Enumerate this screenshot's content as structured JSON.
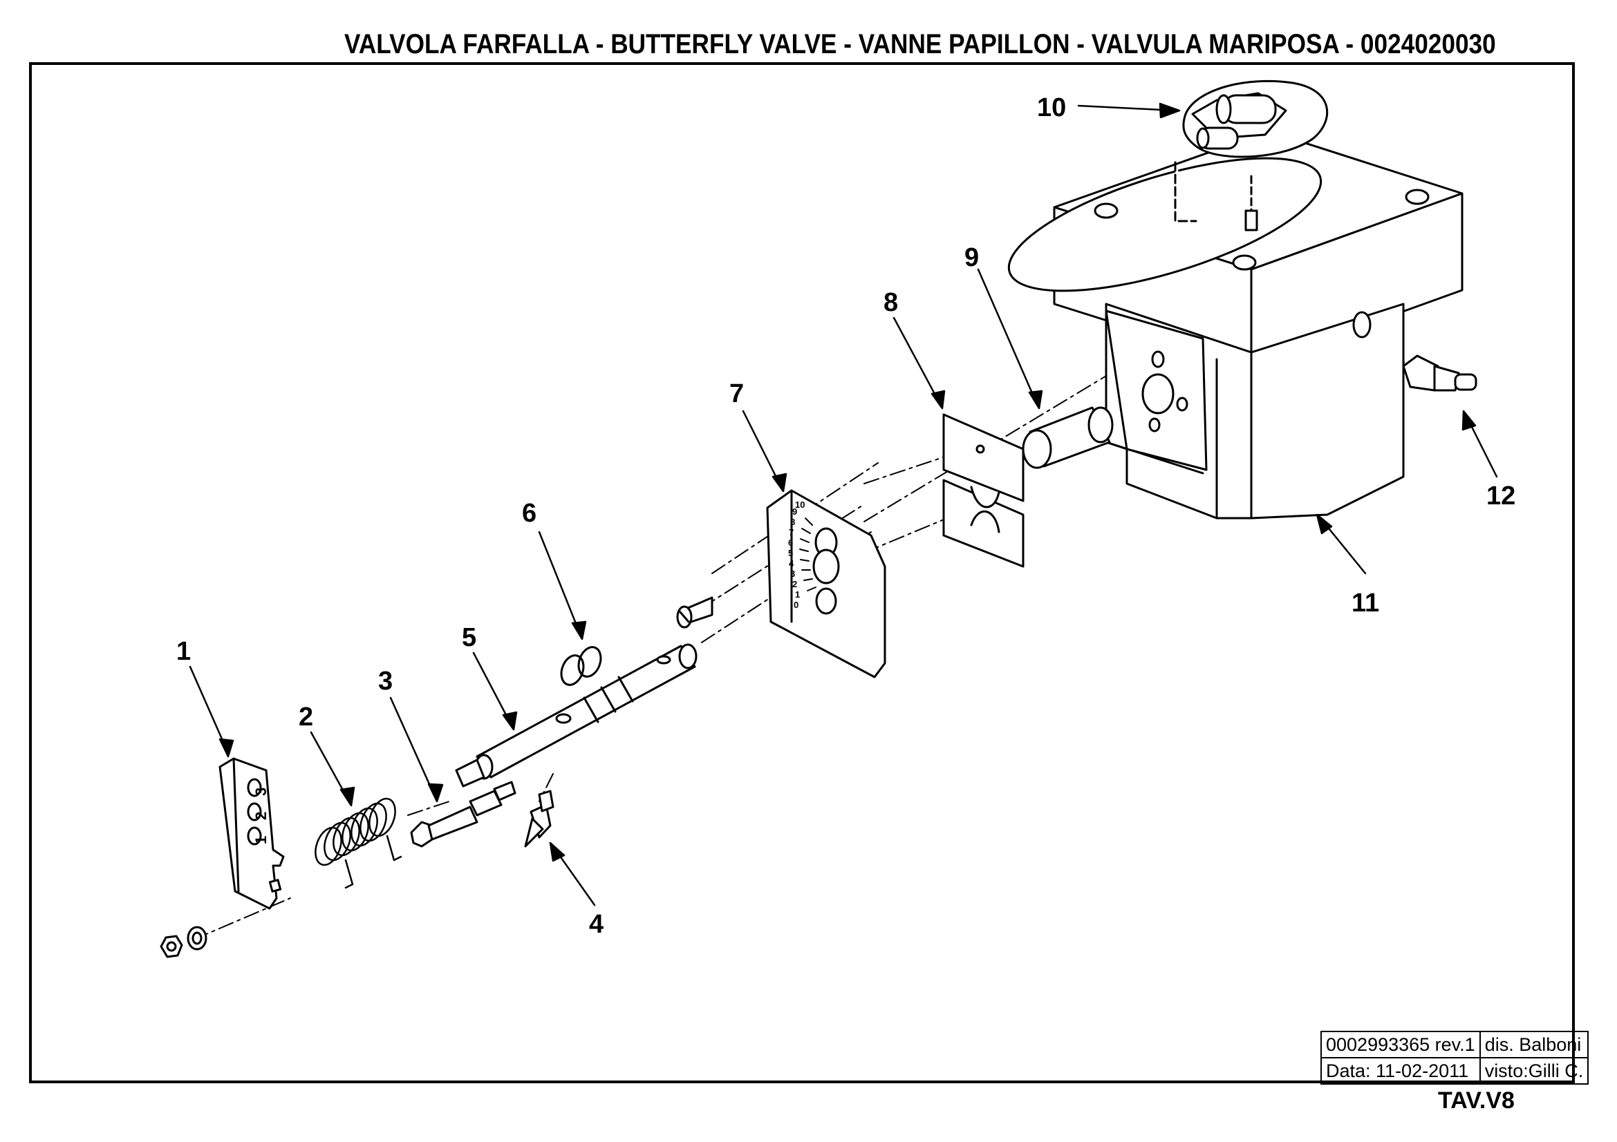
{
  "title": "VALVOLA FARFALLA - BUTTERFLY VALVE - VANNE PAPILLON - VALVULA MARIPOSA - 0024020030",
  "callouts": [
    "1",
    "2",
    "3",
    "4",
    "5",
    "6",
    "7",
    "8",
    "9",
    "10",
    "11",
    "12"
  ],
  "scale_marks": [
    "0",
    "1",
    "2",
    "3",
    "4",
    "5",
    "6",
    "7",
    "8",
    "9",
    "10"
  ],
  "plate_marks": [
    "1",
    "2",
    "3"
  ],
  "title_block": {
    "drawing_number": "0002993365 rev.1",
    "drawn_by": "dis. Balboni",
    "date": "Data: 11-02-2011",
    "checked_by": "visto:Gilli C."
  },
  "sheet": "TAV.V8"
}
